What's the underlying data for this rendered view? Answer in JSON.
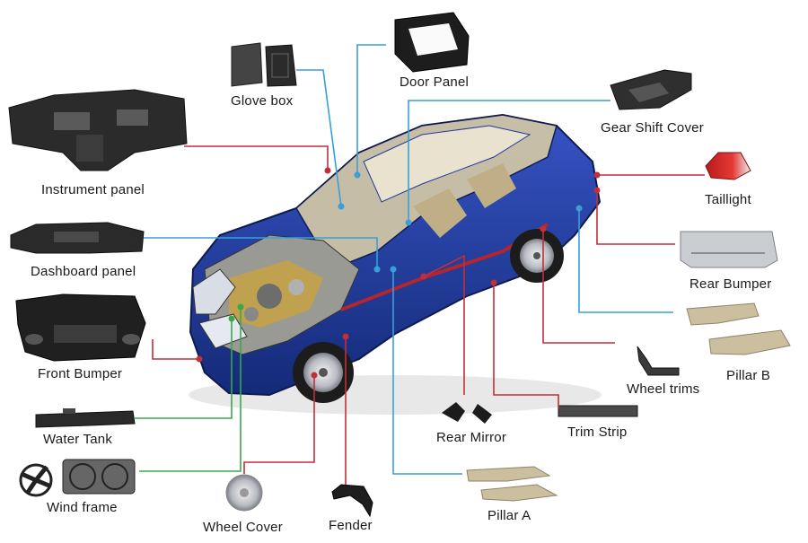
{
  "diagram": {
    "labels": {
      "glove_box": "Glove box",
      "door_panel": "Door Panel",
      "gear_shift_cover": "Gear Shift Cover",
      "taillight": "Taillight",
      "instrument_panel": "Instrument panel",
      "dashboard_panel": "Dashboard panel",
      "rear_bumper": "Rear Bumper",
      "front_bumper": "Front Bumper",
      "pillar_b": "Pillar B",
      "wheel_trims": "Wheel trims",
      "water_tank": "Water Tank",
      "rear_mirror": "Rear Mirror",
      "trim_strip": "Trim Strip",
      "wind_frame": "Wind frame",
      "wheel_cover": "Wheel Cover",
      "fender": "Fender",
      "pillar_a": "Pillar A"
    },
    "colors": {
      "leader_red": "#c0303a",
      "leader_blue": "#3a9fd8",
      "leader_green": "#3aa84a",
      "car_body": "#1f3a9c",
      "part_dark": "#2b2b2b",
      "part_beige": "#cbbf9f"
    }
  }
}
